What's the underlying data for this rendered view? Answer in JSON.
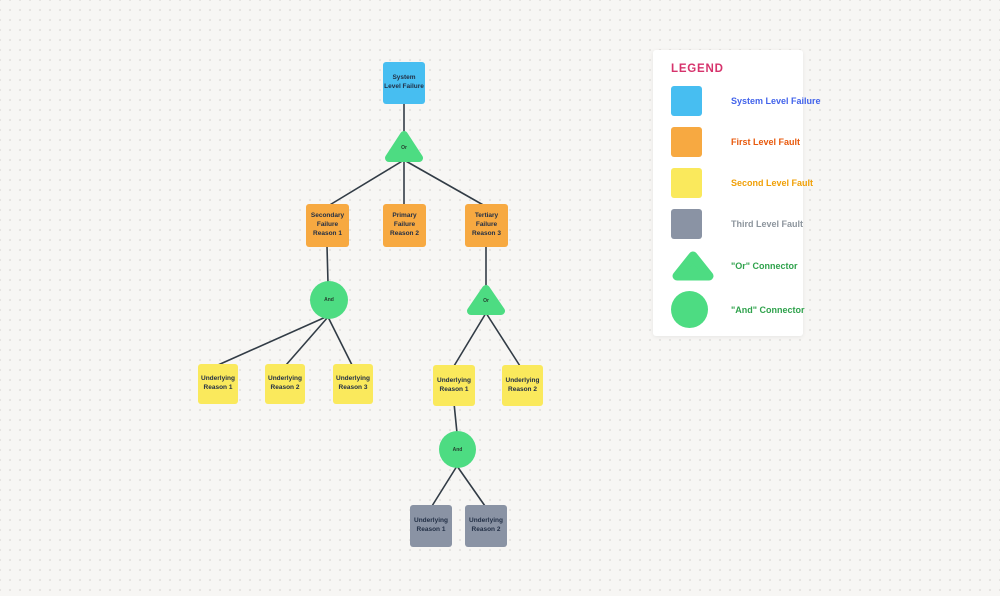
{
  "palette": {
    "canvas_bg": "#f7f6f4",
    "dot_grid": "#e3e1de",
    "system_blue": "#47bef1",
    "first_level_orange": "#f7a941",
    "second_level_yellow": "#fae95c",
    "third_level_gray": "#8a93a4",
    "connector_green": "#4ddc82",
    "edge_line": "#323c46",
    "legend_title_pink": "#d6336c"
  },
  "diagram": {
    "nodes": {
      "system": {
        "label": "System\nLevel Failure"
      },
      "or1": {
        "label": "Or"
      },
      "secondary": {
        "label": "Secondary\nFailure\nReason 1"
      },
      "primary": {
        "label": "Primary\nFailure\nReason 2"
      },
      "tertiary": {
        "label": "Tertiary\nFailure\nReason 3"
      },
      "and1": {
        "label": "And"
      },
      "or2": {
        "label": "Or"
      },
      "underlying_left_1": {
        "label": "Underlying\nReason 1"
      },
      "underlying_left_2": {
        "label": "Underlying\nReason 2"
      },
      "underlying_left_3": {
        "label": "Underlying\nReason 3"
      },
      "underlying_mid_1": {
        "label": "Underlying\nReason 1"
      },
      "underlying_mid_2": {
        "label": "Underlying\nReason 2"
      },
      "and2": {
        "label": "And"
      },
      "underlying_bottom_1": {
        "label": "Underlying\nReason 1"
      },
      "underlying_bottom_2": {
        "label": "Underlying\nReason 2"
      }
    }
  },
  "legend": {
    "title": "LEGEND",
    "items": [
      {
        "shape": "square",
        "swatch_color": "#47bef1",
        "label": "System Level Failure",
        "label_color": "#4263eb"
      },
      {
        "shape": "square",
        "swatch_color": "#f7a941",
        "label": "First Level Fault",
        "label_color": "#e8590c"
      },
      {
        "shape": "square",
        "swatch_color": "#fae95c",
        "label": "Second Level Fault",
        "label_color": "#f0a007"
      },
      {
        "shape": "square",
        "swatch_color": "#8a93a4",
        "label": "Third Level Fault",
        "label_color": "#8d959d"
      },
      {
        "shape": "triangle",
        "swatch_color": "#4ddc82",
        "label": "\"Or\" Connector",
        "label_color": "#2fa24c"
      },
      {
        "shape": "circle",
        "swatch_color": "#4ddc82",
        "label": "\"And\" Connector",
        "label_color": "#2fa24c"
      }
    ]
  }
}
